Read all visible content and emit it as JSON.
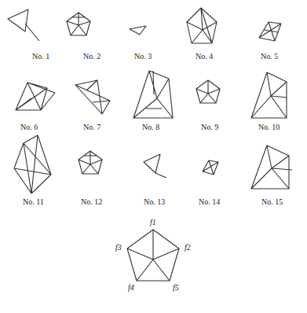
{
  "diagram": {
    "labels": [
      "No. 1",
      "No. 2",
      "No. 3",
      "No. 4",
      "No. 5",
      "No. 6",
      "No. 7",
      "No. 8",
      "No. 9",
      "No. 10",
      "No. 11",
      "No. 12",
      "No. 13",
      "No. 14",
      "No. 15",
      "f1",
      "f3",
      "f2",
      "f4",
      "f5"
    ]
  }
}
